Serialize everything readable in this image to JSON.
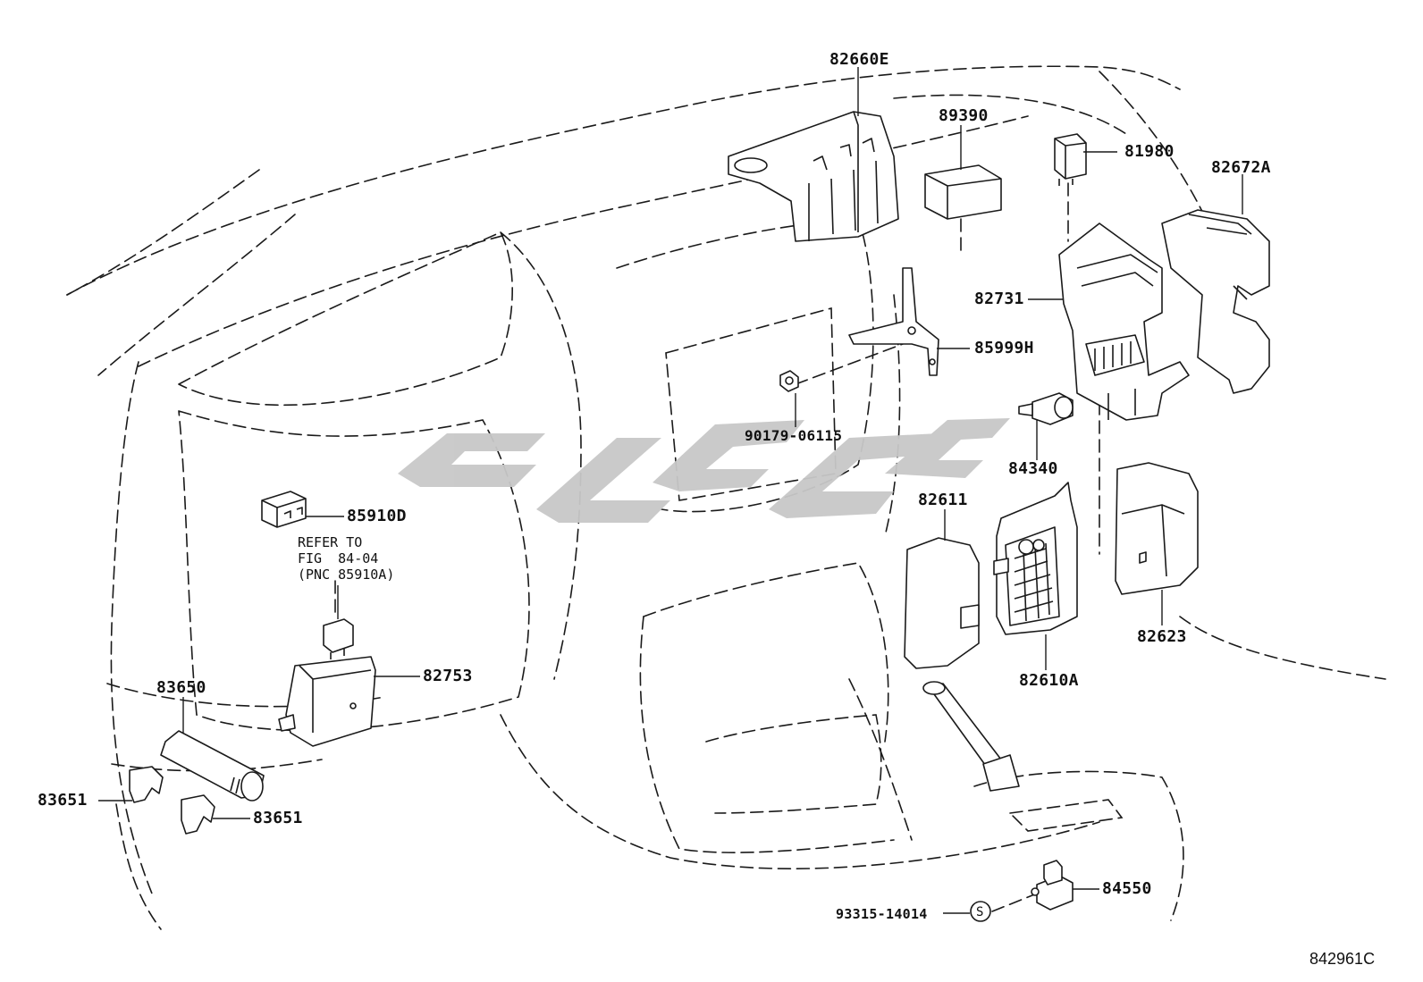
{
  "diagram": {
    "figure_number": "842961C",
    "refer_note": {
      "line1": "REFER TO",
      "line2": "FIG  84-04",
      "line3": "(PNC 85910A)"
    },
    "watermark_color": "#c8c8c8",
    "line_color": "#1a1a1a",
    "parts": [
      {
        "id": "p82660E",
        "label": "82660E"
      },
      {
        "id": "p89390",
        "label": "89390"
      },
      {
        "id": "p81980",
        "label": "81980"
      },
      {
        "id": "p82672A",
        "label": "82672A"
      },
      {
        "id": "p82731",
        "label": "82731"
      },
      {
        "id": "p85999H",
        "label": "85999H"
      },
      {
        "id": "p90179",
        "label": "90179-06115"
      },
      {
        "id": "p84340",
        "label": "84340"
      },
      {
        "id": "p85910D",
        "label": "85910D"
      },
      {
        "id": "p82611",
        "label": "82611"
      },
      {
        "id": "p82623",
        "label": "82623"
      },
      {
        "id": "p82610A",
        "label": "82610A"
      },
      {
        "id": "p82753",
        "label": "82753"
      },
      {
        "id": "p83650",
        "label": "83650"
      },
      {
        "id": "p83651a",
        "label": "83651"
      },
      {
        "id": "p83651b",
        "label": "83651"
      },
      {
        "id": "p84550",
        "label": "84550"
      },
      {
        "id": "p93315",
        "label": "93315-14014"
      },
      {
        "id": "pS",
        "label": "S"
      }
    ]
  }
}
